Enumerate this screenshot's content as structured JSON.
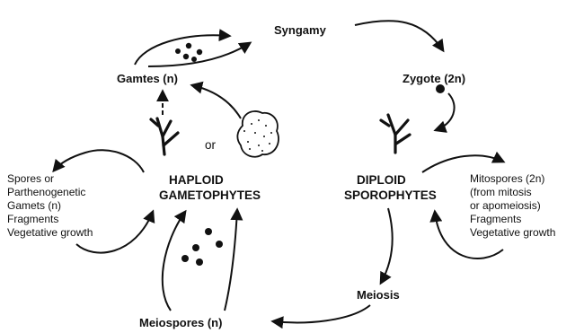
{
  "diagram": {
    "syngamy": "Syngamy",
    "gametes": "Gamtes (n)",
    "or": "or",
    "zygote": "Zygote (2n)",
    "haploid": [
      "HAPLOID",
      "GAMETOPHYTES"
    ],
    "diploid": [
      "DIPLOID",
      "SPOROPHYTES"
    ],
    "left_notes": [
      "Spores or",
      "Parthenogenetic",
      "Gamets (n)",
      "Fragments",
      "Vegetative growth"
    ],
    "right_notes": [
      "Mitospores (2n)",
      "(from mitosis",
      "or apomeiosis)",
      "Fragments",
      "Vegetative growth"
    ],
    "meiosis": "Meiosis",
    "meiospores": "Meiospores (n)"
  },
  "colors": {
    "ink": "#111111"
  }
}
